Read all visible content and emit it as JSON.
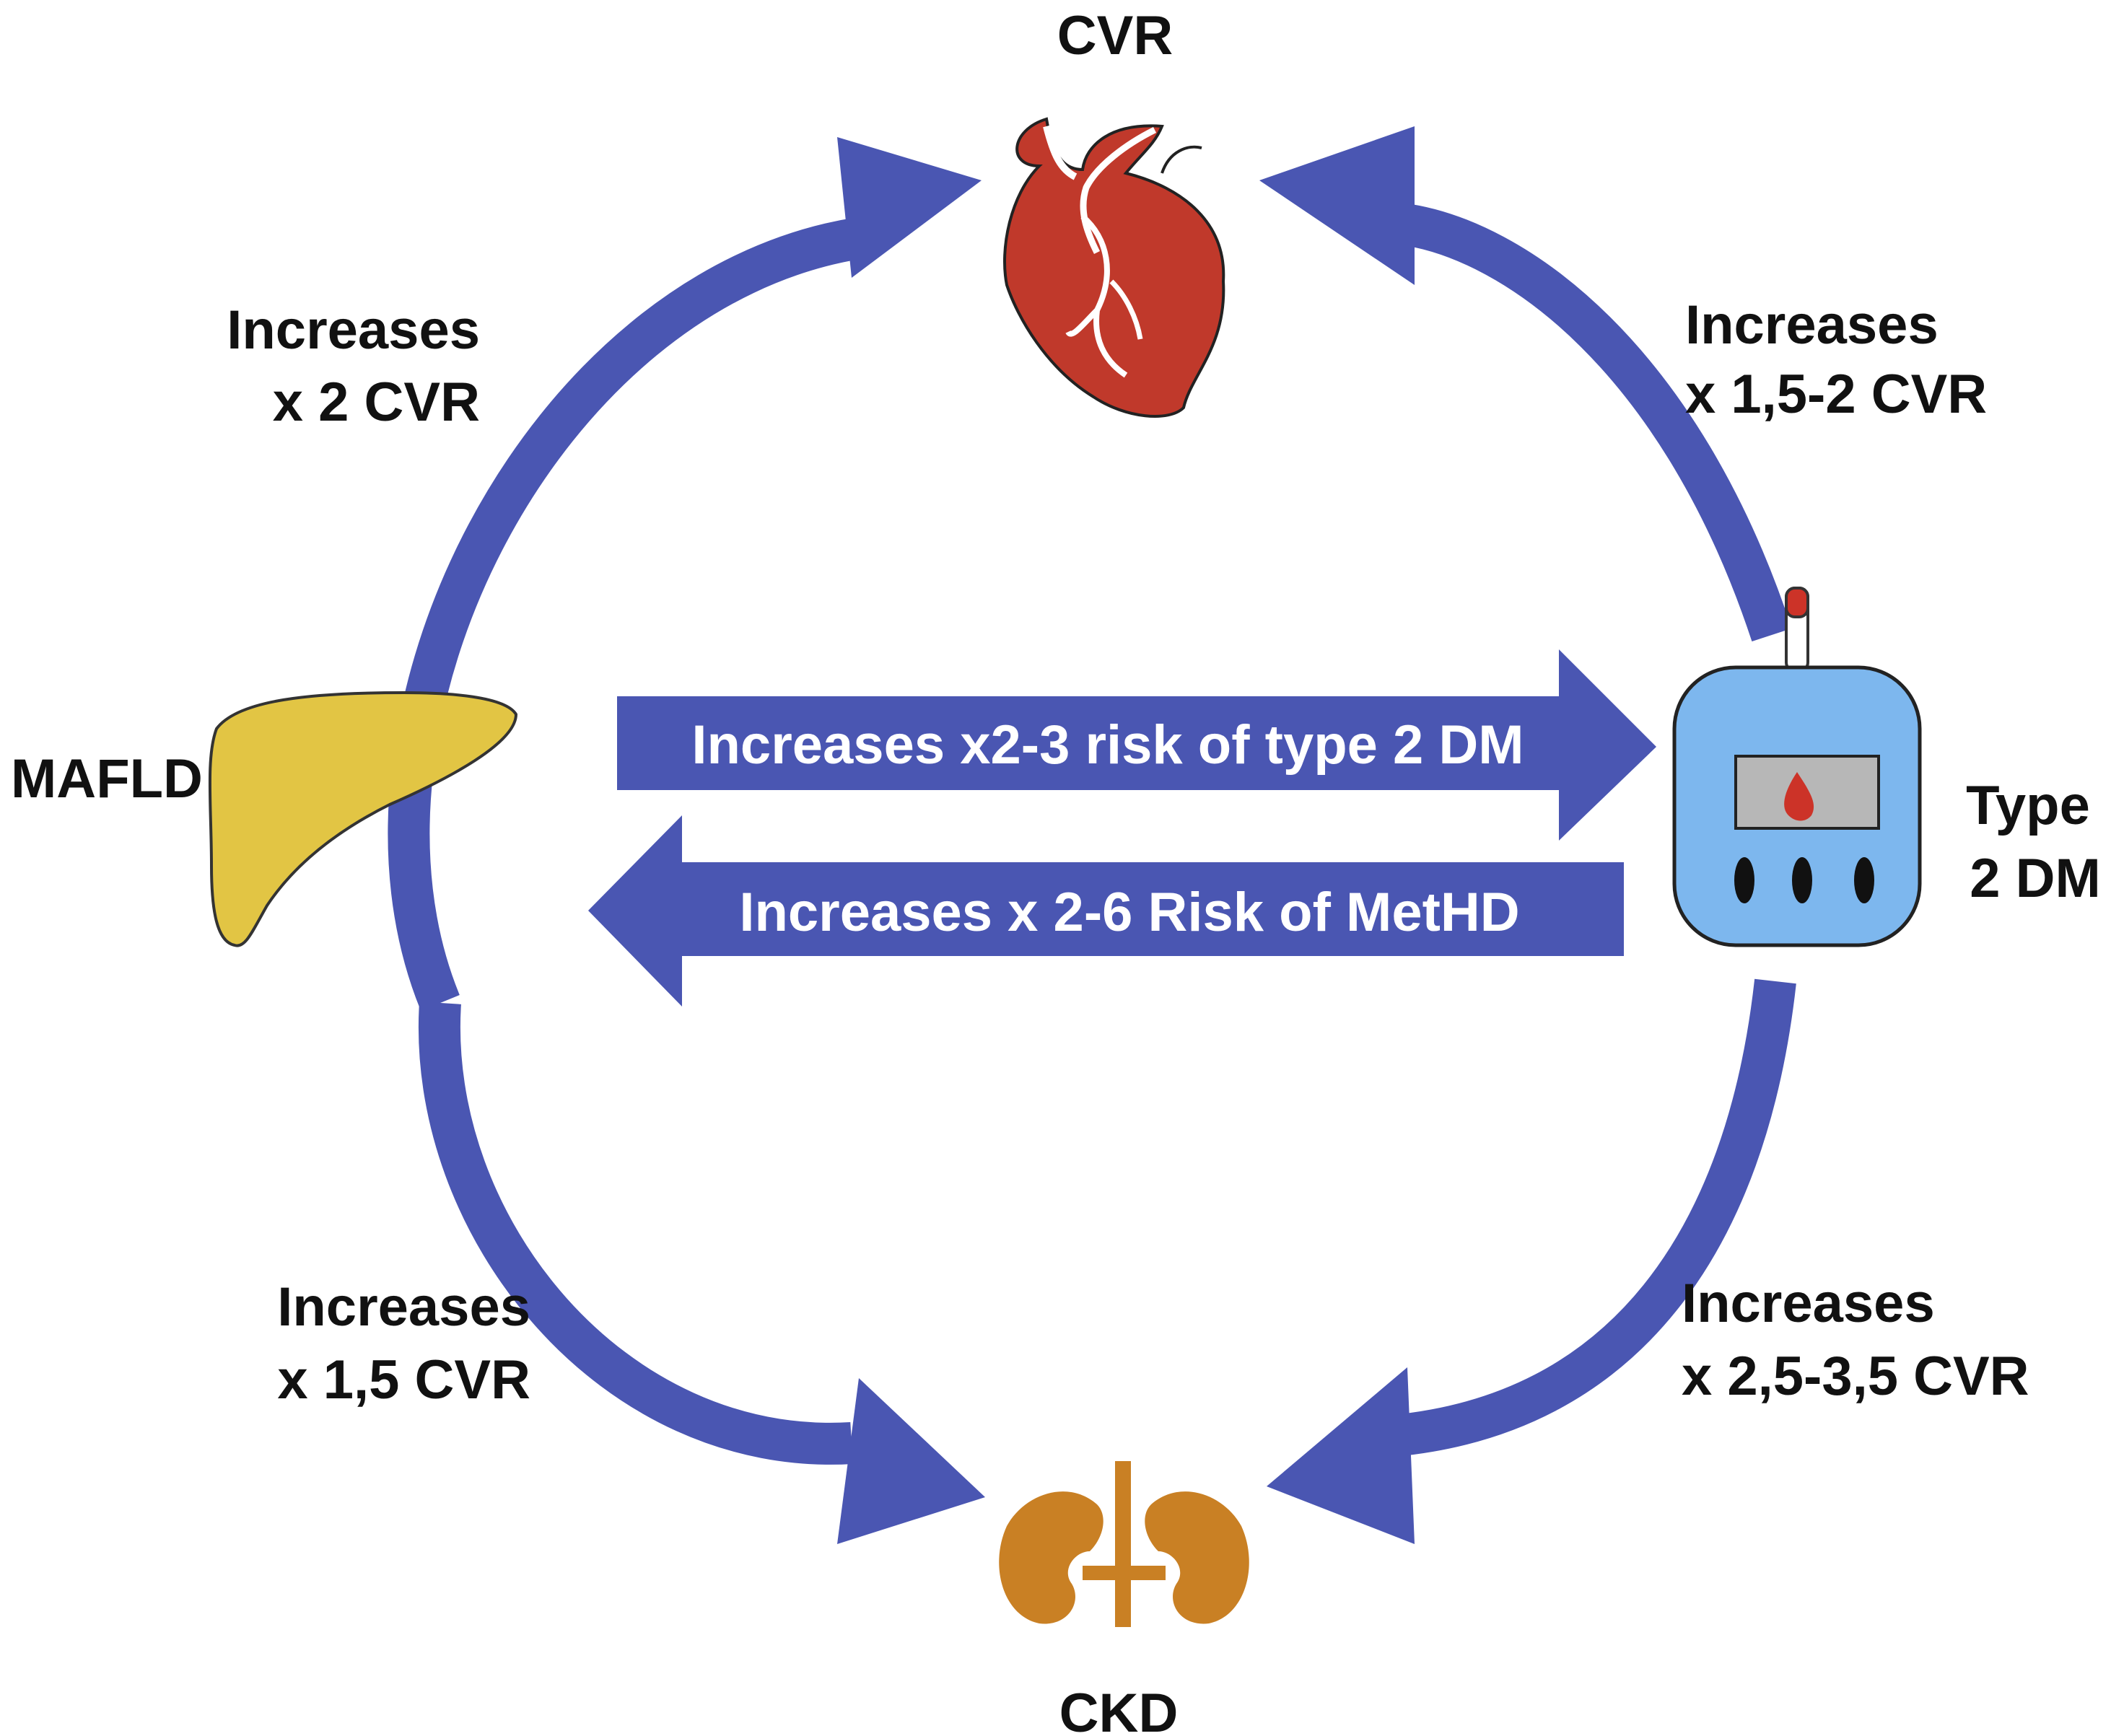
{
  "colors": {
    "arrow": "#4a56b2",
    "heart": "#c0392b",
    "liver": "#e2c544",
    "kidney": "#c98024",
    "meter_body": "#7db7ee",
    "meter_screen": "#b7b7b7",
    "blood_drop": "#cc3328"
  },
  "nodes": {
    "cvr": {
      "label": "CVR",
      "icon": "heart-icon"
    },
    "mafld": {
      "label": "MAFLD",
      "icon": "liver-icon"
    },
    "dm": {
      "line1": "Type",
      "line2": "2 DM",
      "icon": "glucometer-icon"
    },
    "ckd": {
      "label": "CKD",
      "icon": "kidneys-icon"
    }
  },
  "edges": {
    "mafld_cvr": {
      "line1": "Increases",
      "line2": "x 2 CVR"
    },
    "dm_cvr": {
      "line1": "Increases",
      "line2": "x 1,5-2 CVR"
    },
    "mafld_ckd": {
      "line1": "Increases",
      "line2": "x 1,5 CVR"
    },
    "dm_ckd": {
      "line1": "Increases",
      "line2": "x 2,5-3,5 CVR"
    },
    "mafld_dm": {
      "label": "Increases x2-3 risk of type 2 DM"
    },
    "dm_mafld": {
      "label": "Increases x 2-6 Risk of MetHD"
    }
  }
}
